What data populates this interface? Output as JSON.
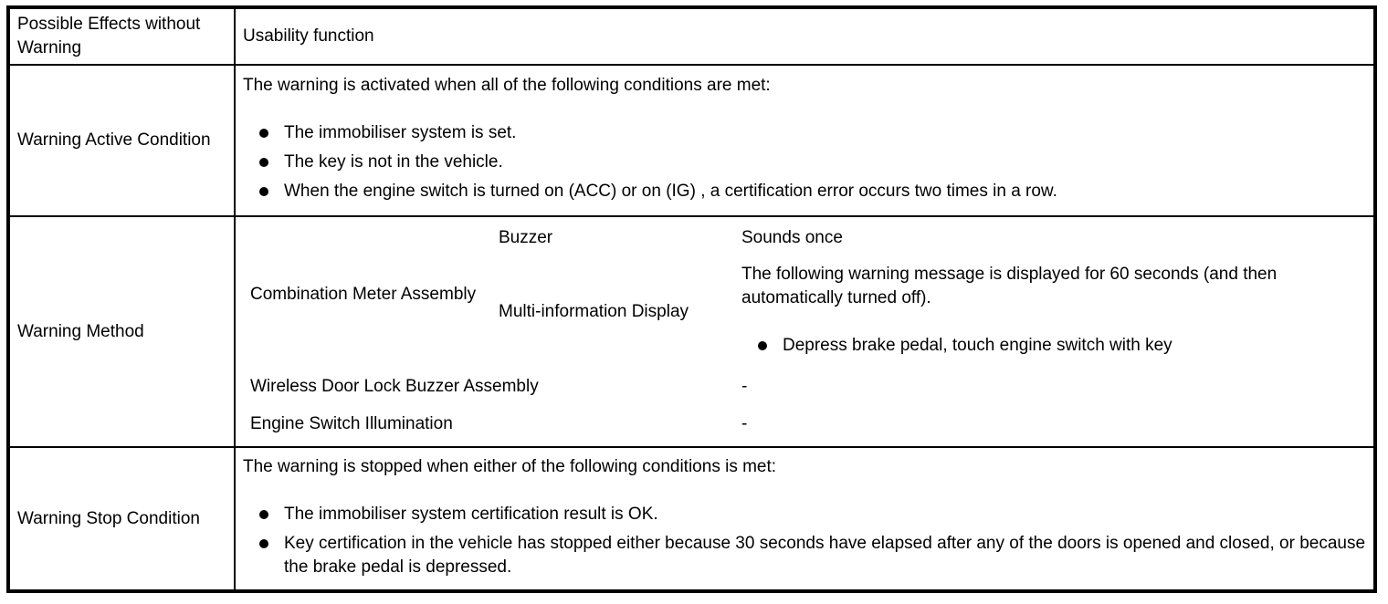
{
  "document": {
    "colors": {
      "border": "#000000",
      "background": "#ffffff",
      "text": "#000000"
    },
    "rows": {
      "possible_effects": {
        "label": "Possible Effects without Warning",
        "value": "Usability function"
      },
      "active_condition": {
        "label": "Warning Active Condition",
        "intro": "The warning is activated when all of the following conditions are met:",
        "bullets": [
          "The immobiliser system is set.",
          "The key is not in the vehicle.",
          "When the engine switch is turned on (ACC) or on (IG) , a certification error occurs two times in a row."
        ]
      },
      "method": {
        "label": "Warning Method",
        "combination_meter": {
          "label": "Combination Meter Assembly",
          "buzzer": {
            "label": "Buzzer",
            "value": "Sounds once"
          },
          "multi_information_display": {
            "label": "Multi-information Display",
            "intro": "The following warning message is displayed for 60 seconds (and then automatically turned off).",
            "bullets": [
              "Depress brake pedal, touch engine switch with key"
            ]
          }
        },
        "wireless_door_lock_buzzer": {
          "label": "Wireless Door Lock Buzzer Assembly",
          "value": "-"
        },
        "engine_switch_illumination": {
          "label": "Engine Switch Illumination",
          "value": "-"
        }
      },
      "stop_condition": {
        "label": "Warning Stop Condition",
        "intro": "The warning is stopped when either of the following conditions is met:",
        "bullets": [
          "The immobiliser system certification result is OK.",
          "Key certification in the vehicle has stopped either because 30 seconds have elapsed after any of the doors is opened and closed, or because the brake pedal is depressed."
        ]
      }
    }
  }
}
